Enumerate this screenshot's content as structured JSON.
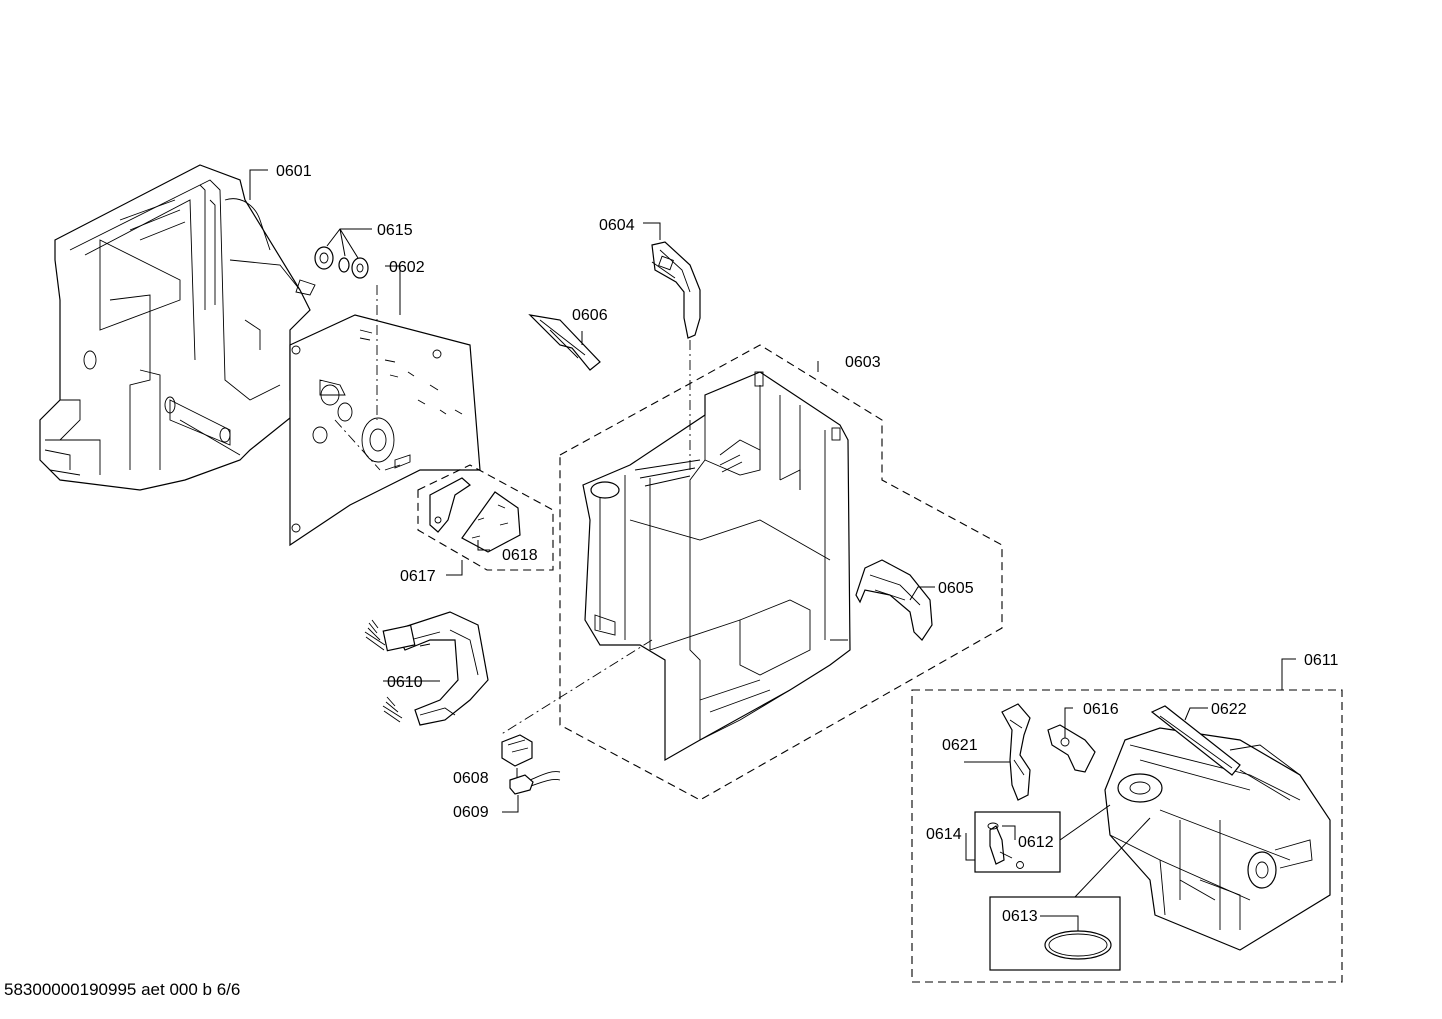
{
  "labels": {
    "p0601": "0601",
    "p0602": "0602",
    "p0603": "0603",
    "p0604": "0604",
    "p0605": "0605",
    "p0606": "0606",
    "p0608": "0608",
    "p0609": "0609",
    "p0610": "0610",
    "p0611": "0611",
    "p0612": "0612",
    "p0613": "0613",
    "p0614": "0614",
    "p0615": "0615",
    "p0616": "0616",
    "p0617": "0617",
    "p0618": "0618",
    "p0621": "0621",
    "p0622": "0622"
  },
  "footer": {
    "doc_id": "58300000190995 aet 000 b 6/6"
  }
}
